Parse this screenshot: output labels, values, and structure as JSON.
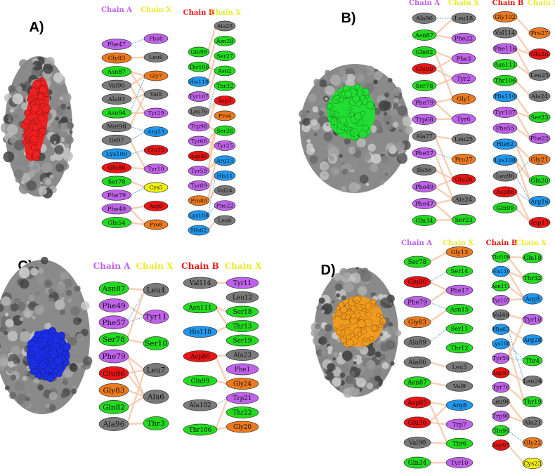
{
  "colors": {
    "purple": "#c062ec",
    "green": "#22dd1e",
    "gray": "#7a7a7a",
    "orange": "#ee7a1e",
    "blue": "#1f98f0",
    "red": "#ee1414",
    "yellow": "#f2f212",
    "line_salmon": "#f7c9ae",
    "line_blue": "#6aa9d0",
    "chainA": "#c062ec",
    "chainB": "#ee1414",
    "chainX": "#eaea2a",
    "surface_red": "#ee2020",
    "surface_green": "#22dd33",
    "surface_blue": "#1b2ee6",
    "surface_orange": "#f09a1e"
  },
  "panels": [
    {
      "letter": "A)",
      "surface_color_key": "surface_red",
      "headers": [
        "Chain A",
        "Chain X",
        "Chain B",
        "Chain X"
      ],
      "columns": [
        [
          {
            "label": "Phe47",
            "c": "purple"
          },
          {
            "label": "Gly83",
            "c": "orange"
          },
          {
            "label": "Asn87",
            "c": "green"
          },
          {
            "label": "Val90",
            "c": "gray"
          },
          {
            "label": "Ala93",
            "c": "gray"
          },
          {
            "label": "Asn94",
            "c": "green"
          },
          {
            "label": "Met98",
            "c": "gray"
          },
          {
            "label": "Ile97",
            "c": "gray"
          },
          {
            "label": "Lys100",
            "c": "blue"
          },
          {
            "label": "Glu86",
            "c": "red"
          },
          {
            "label": "Ser78",
            "c": "green"
          },
          {
            "label": "Phe79",
            "c": "purple"
          },
          {
            "label": "Phe49",
            "c": "purple"
          },
          {
            "label": "Gln54",
            "c": "green"
          }
        ],
        [
          {
            "label": "Phe8",
            "c": "purple"
          },
          {
            "label": "Leu6",
            "c": "gray"
          },
          {
            "label": "Gly7",
            "c": "orange"
          },
          {
            "label": "Val8",
            "c": "gray"
          },
          {
            "label": "Tyr29",
            "c": "purple"
          },
          {
            "label": "Arg23",
            "c": "blue"
          },
          {
            "label": "Glu25",
            "c": "red"
          },
          {
            "label": "Tyr10",
            "c": "purple"
          },
          {
            "label": "Cys5",
            "c": "yellow"
          },
          {
            "label": "Asp9",
            "c": "red"
          },
          {
            "label": "Pro8",
            "c": "orange"
          }
        ],
        [
          {
            "label": "Gln99",
            "c": "green"
          },
          {
            "label": "Thr106",
            "c": "green"
          },
          {
            "label": "His110",
            "c": "blue"
          },
          {
            "label": "Tyr107",
            "c": "purple"
          },
          {
            "label": "Leu76",
            "c": "gray"
          },
          {
            "label": "Trp98",
            "c": "purple"
          },
          {
            "label": "Tyr66",
            "c": "purple"
          },
          {
            "label": "Asp86",
            "c": "red"
          },
          {
            "label": "Tyr59",
            "c": "purple"
          },
          {
            "label": "Tyr89",
            "c": "purple"
          },
          {
            "label": "Pro80",
            "c": "orange"
          },
          {
            "label": "Lys108",
            "c": "blue"
          },
          {
            "label": "His62",
            "c": "blue"
          }
        ],
        [
          {
            "label": "Ala28",
            "c": "gray"
          },
          {
            "label": "Asn29",
            "c": "green"
          },
          {
            "label": "Ser27",
            "c": "green"
          },
          {
            "label": "Asn2",
            "c": "green"
          },
          {
            "label": "Thr32",
            "c": "green"
          },
          {
            "label": "Asp3",
            "c": "red"
          },
          {
            "label": "Pro4",
            "c": "orange"
          },
          {
            "label": "Ser26",
            "c": "green"
          },
          {
            "label": "Tyr25",
            "c": "purple"
          },
          {
            "label": "Arg23",
            "c": "blue"
          },
          {
            "label": "His11",
            "c": "blue"
          },
          {
            "label": "Val24",
            "c": "gray"
          },
          {
            "label": "Phe22",
            "c": "purple"
          },
          {
            "label": "Leu6",
            "c": "gray"
          }
        ]
      ]
    },
    {
      "letter": "B)",
      "surface_color_key": "surface_green",
      "headers": [
        "Chain A",
        "Chain X",
        "Chain B",
        "Chain X"
      ],
      "columns": [
        [
          {
            "label": "Ala96",
            "c": "gray"
          },
          {
            "label": "Asn87",
            "c": "green"
          },
          {
            "label": "Gln82",
            "c": "green"
          },
          {
            "label": "Glu80",
            "c": "red"
          },
          {
            "label": "Ser78",
            "c": "green"
          },
          {
            "label": "Phe79",
            "c": "purple"
          },
          {
            "label": "Trp68",
            "c": "purple"
          },
          {
            "label": "Ala77",
            "c": "gray"
          },
          {
            "label": "Phe57",
            "c": "purple"
          },
          {
            "label": "Ile56",
            "c": "gray"
          },
          {
            "label": "Phe49",
            "c": "purple"
          },
          {
            "label": "Phe47",
            "c": "purple"
          },
          {
            "label": "Gln34",
            "c": "green"
          }
        ],
        [
          {
            "label": "Leu18",
            "c": "gray"
          },
          {
            "label": "Phe22",
            "c": "purple"
          },
          {
            "label": "Phe3",
            "c": "purple"
          },
          {
            "label": "Tyr2",
            "c": "purple"
          },
          {
            "label": "Gly1",
            "c": "orange"
          },
          {
            "label": "Tyr6",
            "c": "purple"
          },
          {
            "label": "Leu25",
            "c": "gray"
          },
          {
            "label": "Pro27",
            "c": "orange"
          },
          {
            "label": "Glu26",
            "c": "red"
          },
          {
            "label": "Ala24",
            "c": "gray"
          },
          {
            "label": "Ser23",
            "c": "green"
          }
        ],
        [
          {
            "label": "Gly102",
            "c": "orange"
          },
          {
            "label": "Val114",
            "c": "gray"
          },
          {
            "label": "Phe116",
            "c": "purple"
          },
          {
            "label": "Asn111",
            "c": "green"
          },
          {
            "label": "Thr106",
            "c": "green"
          },
          {
            "label": "His110",
            "c": "blue"
          },
          {
            "label": "Tyr107",
            "c": "purple"
          },
          {
            "label": "Phe55",
            "c": "purple"
          },
          {
            "label": "His62",
            "c": "blue"
          },
          {
            "label": "Lys108",
            "c": "blue"
          },
          {
            "label": "Leu96",
            "c": "gray"
          },
          {
            "label": "Asp86",
            "c": "red"
          },
          {
            "label": "Gln99",
            "c": "green"
          }
        ],
        [
          {
            "label": "Pro27",
            "c": "orange"
          },
          {
            "label": "Glu26",
            "c": "red"
          },
          {
            "label": "Leu25",
            "c": "gray"
          },
          {
            "label": "Ala24",
            "c": "gray"
          },
          {
            "label": "Ser23",
            "c": "green"
          },
          {
            "label": "Phe22",
            "c": "purple"
          },
          {
            "label": "Gly21",
            "c": "orange"
          },
          {
            "label": "Gln20",
            "c": "green"
          },
          {
            "label": "Arg16",
            "c": "blue"
          },
          {
            "label": "Asp17",
            "c": "red"
          }
        ]
      ]
    },
    {
      "letter": "C)",
      "surface_color_key": "surface_blue",
      "headers": [
        "Chain A",
        "Chain X",
        "Chain B",
        "Chain X"
      ],
      "columns": [
        [
          {
            "label": "Asn87",
            "c": "green"
          },
          {
            "label": "Phe49",
            "c": "purple"
          },
          {
            "label": "Phe57",
            "c": "purple"
          },
          {
            "label": "Ser78",
            "c": "green"
          },
          {
            "label": "Phe79",
            "c": "purple"
          },
          {
            "label": "Glu86",
            "c": "red"
          },
          {
            "label": "Gly83",
            "c": "orange"
          },
          {
            "label": "Gln82",
            "c": "green"
          },
          {
            "label": "Ala96",
            "c": "gray"
          }
        ],
        [
          {
            "label": "Leu4",
            "c": "gray"
          },
          {
            "label": "Tyr11",
            "c": "purple"
          },
          {
            "label": "Ser10",
            "c": "green"
          },
          {
            "label": "Leu7",
            "c": "gray"
          },
          {
            "label": "Ala6",
            "c": "gray"
          },
          {
            "label": "Thr3",
            "c": "green"
          }
        ],
        [
          {
            "label": "Val114",
            "c": "gray"
          },
          {
            "label": "Asn111",
            "c": "green"
          },
          {
            "label": "His110",
            "c": "blue"
          },
          {
            "label": "Asp86",
            "c": "red"
          },
          {
            "label": "Gln99",
            "c": "green"
          },
          {
            "label": "Ala102",
            "c": "gray"
          },
          {
            "label": "Thr106",
            "c": "green"
          }
        ],
        [
          {
            "label": "Tyr11",
            "c": "purple"
          },
          {
            "label": "Leu12",
            "c": "gray"
          },
          {
            "label": "Ser18",
            "c": "green"
          },
          {
            "label": "Thr13",
            "c": "green"
          },
          {
            "label": "Ser19",
            "c": "green"
          },
          {
            "label": "Ala23",
            "c": "gray"
          },
          {
            "label": "Phe1",
            "c": "purple"
          },
          {
            "label": "Gly24",
            "c": "orange"
          },
          {
            "label": "Trp21",
            "c": "purple"
          },
          {
            "label": "Thr22",
            "c": "green"
          },
          {
            "label": "Gly20",
            "c": "orange"
          }
        ]
      ]
    },
    {
      "letter": "D)",
      "surface_color_key": "surface_orange",
      "headers": [
        "Chain A",
        "Chain X",
        "Chain B",
        "Chain X"
      ],
      "columns": [
        [
          {
            "label": "Ser78",
            "c": "green"
          },
          {
            "label": "Glu80",
            "c": "red"
          },
          {
            "label": "Phe79",
            "c": "purple"
          },
          {
            "label": "Gly83",
            "c": "orange"
          },
          {
            "label": "Ala89",
            "c": "gray"
          },
          {
            "label": "Ala86",
            "c": "gray"
          },
          {
            "label": "Asn87",
            "c": "green"
          },
          {
            "label": "Asp85",
            "c": "red"
          },
          {
            "label": "Glu36",
            "c": "red"
          },
          {
            "label": "Val90",
            "c": "gray"
          },
          {
            "label": "Gln34",
            "c": "green"
          }
        ],
        [
          {
            "label": "Gly13",
            "c": "orange"
          },
          {
            "label": "Ser14",
            "c": "green"
          },
          {
            "label": "Phe17",
            "c": "purple"
          },
          {
            "label": "Asn15",
            "c": "green"
          },
          {
            "label": "Ser11",
            "c": "green"
          },
          {
            "label": "Thr12",
            "c": "green"
          },
          {
            "label": "Leu5",
            "c": "gray"
          },
          {
            "label": "Val9",
            "c": "gray"
          },
          {
            "label": "Arg8",
            "c": "blue"
          },
          {
            "label": "Trp7",
            "c": "purple"
          },
          {
            "label": "Thr6",
            "c": "green"
          },
          {
            "label": "Tyr10",
            "c": "purple"
          }
        ],
        [
          {
            "label": "Thr106",
            "c": "green"
          },
          {
            "label": "His110",
            "c": "blue"
          },
          {
            "label": "Asn111",
            "c": "green"
          },
          {
            "label": "Tyr107",
            "c": "purple"
          },
          {
            "label": "Val48",
            "c": "gray"
          },
          {
            "label": "His62",
            "c": "blue"
          },
          {
            "label": "Lys108",
            "c": "blue"
          },
          {
            "label": "Tyr59",
            "c": "purple"
          },
          {
            "label": "Asp57",
            "c": "red"
          },
          {
            "label": "Tyr76",
            "c": "purple"
          },
          {
            "label": "Leu96",
            "c": "gray"
          },
          {
            "label": "Trp98",
            "c": "purple"
          },
          {
            "label": "Gln99",
            "c": "green"
          },
          {
            "label": "Asp95",
            "c": "red"
          }
        ],
        [
          {
            "label": "Gln18",
            "c": "green"
          },
          {
            "label": "Thr32",
            "c": "green"
          },
          {
            "label": "Arg8",
            "c": "blue"
          },
          {
            "label": "Tyr10",
            "c": "purple"
          },
          {
            "label": "Arg28",
            "c": "blue"
          },
          {
            "label": "Thr4",
            "c": "green"
          },
          {
            "label": "Leu24",
            "c": "gray"
          },
          {
            "label": "Thr19",
            "c": "green"
          },
          {
            "label": "Ala21",
            "c": "gray"
          },
          {
            "label": "Gly22",
            "c": "orange"
          },
          {
            "label": "Cys23",
            "c": "yellow"
          }
        ]
      ]
    }
  ]
}
